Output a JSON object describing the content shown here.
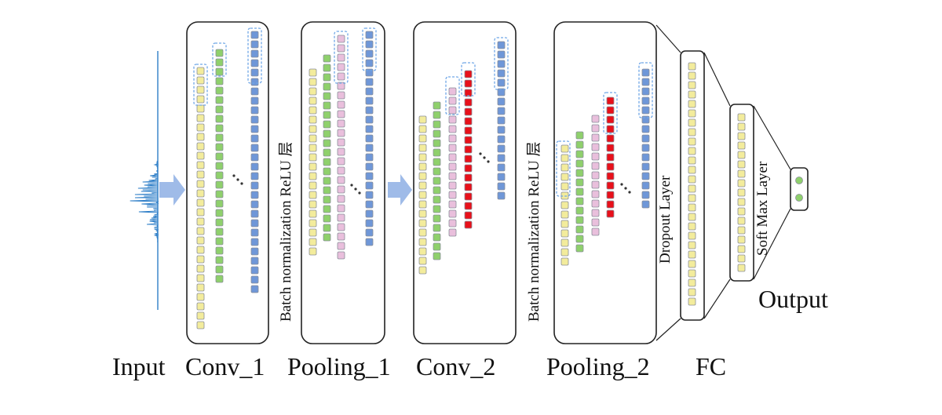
{
  "captions": {
    "input": "Input",
    "conv1": "Conv_1",
    "pool1": "Pooling_1",
    "conv2": "Conv_2",
    "pool2": "Pooling_2",
    "fc": "FC",
    "output": "Output"
  },
  "layer_labels": {
    "bn_relu_1": "Batch normalization ReLU 层",
    "bn_relu_2": "Batch normalization ReLU 层",
    "dropout": "Dropout Layer",
    "softmax": "Soft Max Layer"
  },
  "colors": {
    "yellow": "#f3ec9c",
    "green": "#8fd06c",
    "pink": "#e9bfdc",
    "red": "#e8101a",
    "blue": "#6f97d8",
    "cell_border": "#8a8f9a",
    "dash": "#6fa6e6",
    "arrow": "#9fbbe8",
    "signal": "#2f7fc8"
  },
  "icons": {
    "flow_arrow": "right-block-arrow-icon",
    "ellipsis": "vertical-dots-icon"
  }
}
